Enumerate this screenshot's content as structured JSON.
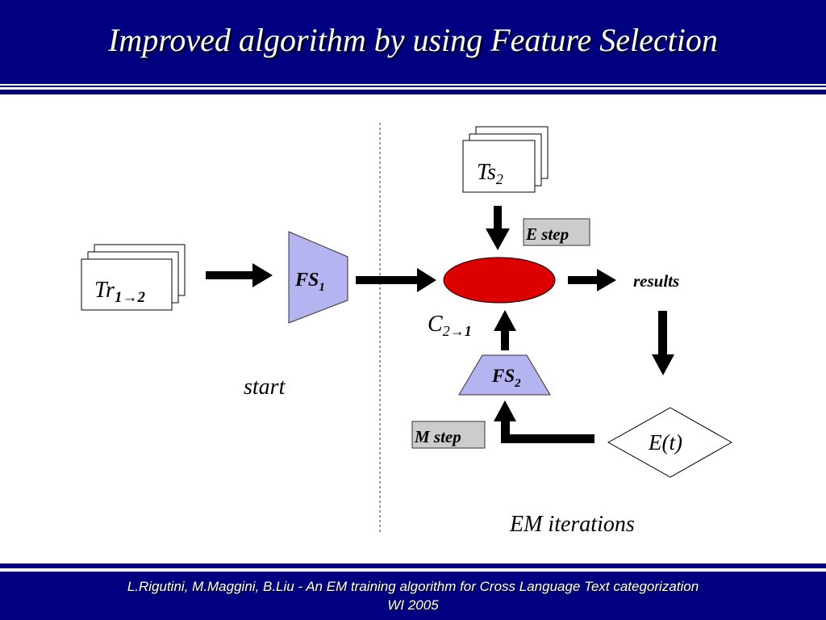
{
  "slide": {
    "title": "Improved algorithm by using Feature Selection",
    "footer_line1": "L.Rigutini, M.Maggini, B.Liu - An EM training algorithm for Cross Language Text categorization",
    "footer_line2": "WI 2005"
  },
  "diagram": {
    "tr_main": "Tr",
    "tr_sub": "1",
    "tr_arrow": "→",
    "tr_sub2": "2",
    "fs1_main": "FS",
    "fs1_sub": "1",
    "ts_main": "Ts",
    "ts_sub": "2",
    "e_step": "E step",
    "results": "results",
    "c_main": "C",
    "c_sub": "2",
    "c_arrow": "→",
    "c_sub2": "1",
    "fs2_main": "FS",
    "fs2_sub": "2",
    "start": "start",
    "m_step": "M step",
    "et": "E(t)",
    "em_iterations": "EM iterations"
  },
  "colors": {
    "header_bg": "#000080",
    "trapezoid_fill": "#B4B4F0",
    "classifier_fill": "#DD0000",
    "step_box_fill": "#CCCCCC"
  }
}
